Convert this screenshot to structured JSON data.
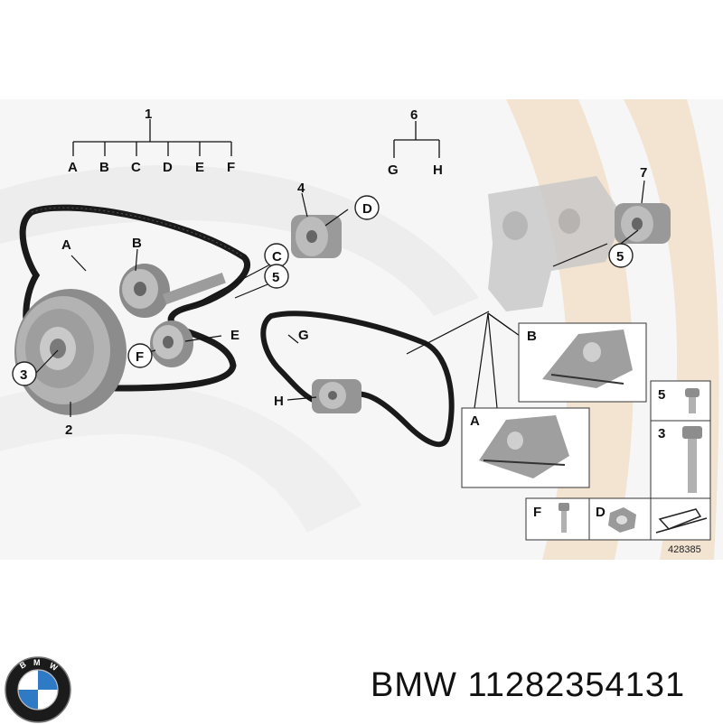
{
  "diagram": {
    "callouts": {
      "n1": "1",
      "n2": "2",
      "n3": "3",
      "n4": "4",
      "n5a": "5",
      "n5b": "5",
      "n6": "6",
      "n7": "7",
      "tree1": [
        "A",
        "B",
        "C",
        "D",
        "E",
        "F"
      ],
      "tree6": [
        "G",
        "H"
      ],
      "belt_a": "A",
      "pulley_b": "B",
      "ring_c": "C",
      "ring_d": "D",
      "roller_e": "E",
      "ring_f": "F",
      "belt_g": "G",
      "tensioner_h": "H"
    },
    "insets": {
      "inset_a": "A",
      "inset_b": "B",
      "bolt5": "5",
      "bolt3": "3",
      "bolt_f": "F",
      "nut_d": "D"
    },
    "image_number": "428385"
  },
  "footer": {
    "brand": "BMW",
    "part_number": "11282354131",
    "logo_letters": [
      "B",
      "M",
      "W"
    ]
  },
  "colors": {
    "watermark": "#f3e4d2",
    "watermark_gray": "#ececec",
    "belt": "#1a1a1a",
    "part": "#a7a7a7",
    "line": "#111111"
  }
}
